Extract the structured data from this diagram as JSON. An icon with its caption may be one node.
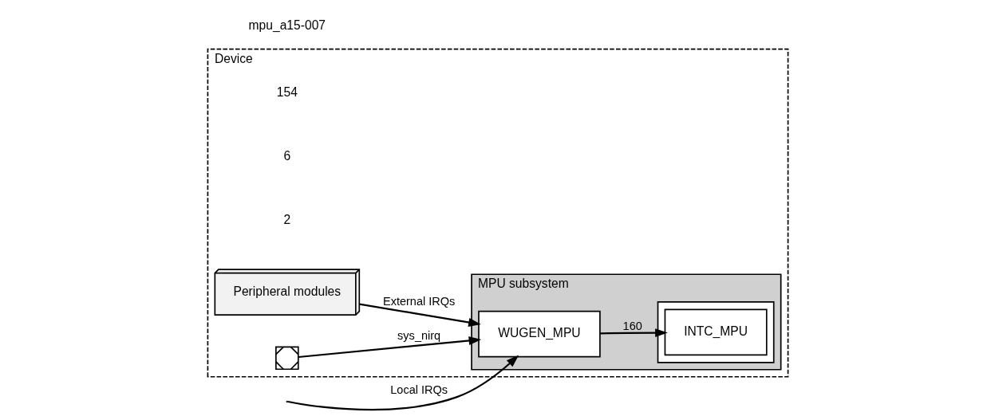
{
  "diagram": {
    "nodes": [
      {
        "text": [
          "Device"
        ]
      },
      {
        "text": [
          "Peripheral modules"
        ],
        "in": 0
      },
      {
        "text": [],
        "shape": "box",
        "in": 0
      },
      {
        "text": [
          "MPU subsystem"
        ],
        "in": 0
      },
      {
        "text": [
          "WUGEN_MPU"
        ],
        "in": 3
      },
      {
        "text": [],
        "shape": "box",
        "in": 3
      },
      {
        "text": [
          "INTC_MPU"
        ],
        "in": 5
      }
    ],
    "edges": [
      {
        "from": 1,
        "to": 4,
        "arrow": "to",
        "label": "External IRQs"
      },
      {
        "from": 2,
        "to": 4,
        "arrow": "to",
        "label": "sys_nirq"
      },
      {
        "from": null,
        "to": 4,
        "arrow": "to",
        "label": "Local IRQs"
      },
      {
        "from": 4,
        "to": 6,
        "arrow": "to",
        "label": "160"
      }
    ],
    "labels": [
      "154",
      "6",
      "2",
      "mpu_a15-007"
    ]
  }
}
